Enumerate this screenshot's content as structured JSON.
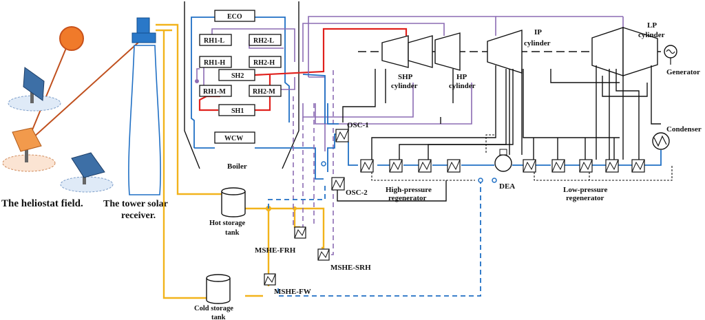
{
  "labels": {
    "heliostat_field": "The heliostat field.",
    "tower_receiver_line1": "The tower solar",
    "tower_receiver_line2": "receiver.",
    "boiler": "Boiler",
    "eco": "ECO",
    "rh1_l": "RH1-L",
    "rh2_l": "RH2-L",
    "rh1_h": "RH1-H",
    "rh2_h": "RH2-H",
    "sh2": "SH2",
    "rh1_m": "RH1-M",
    "rh2_m": "RH2-M",
    "sh1": "SH1",
    "wcw": "WCW",
    "osc1": "OSC-1",
    "osc2": "OSC-2",
    "shp_line1": "SHP",
    "shp_line2": "cylinder",
    "hp_line1": "HP",
    "hp_line2": "cylinder",
    "ip_line1": "IP",
    "ip_line2": "cylinder",
    "lp_line1": "LP",
    "lp_line2": "cylinder",
    "generator": "Generator",
    "condenser": "Condenser",
    "dea": "DEA",
    "hp_regen_line1": "High-pressure",
    "hp_regen_line2": "regenerator",
    "lp_regen_line1": "Low-pressure",
    "lp_regen_line2": "regenerator",
    "hot_tank_line1": "Hot storage",
    "hot_tank_line2": "tank",
    "cold_tank_line1": "Cold storage",
    "cold_tank_line2": "tank",
    "mshe_frh": "MSHE-FRH",
    "mshe_srh": "MSHE-SRH",
    "mshe_fw": "MSHE-FW"
  },
  "colors": {
    "feedwater": "#1f6fc4",
    "reheat_steam": "#8b6bb3",
    "main_steam": "#e0201c",
    "molten_salt": "#f2b31b",
    "sun": "#f07a2a",
    "sun_rays": "#c0501e"
  },
  "icons": [
    "sun-icon",
    "heliostat-icon",
    "storage-tank-icon",
    "heat-exchanger-icon",
    "turbine-icon",
    "generator-icon",
    "condenser-icon",
    "deaerator-icon"
  ]
}
